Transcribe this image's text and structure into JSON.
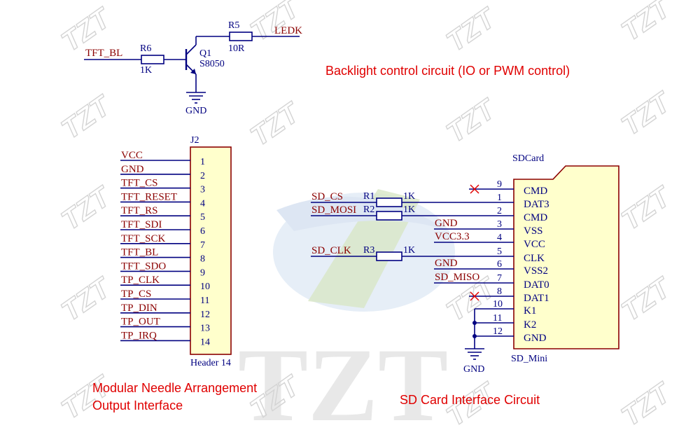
{
  "watermark": {
    "text": "TZT"
  },
  "colors": {
    "wire": "#000080",
    "net_label": "#8b0000",
    "body_fill": "#ffffcc",
    "body_stroke": "#8b0000",
    "annotation": "#e00000",
    "nc_mark": "#e00000"
  },
  "backlight": {
    "note": "Backlight control circuit (IO or PWM control)",
    "input_net": "TFT_BL",
    "output_net": "LEDK",
    "r6_ref": "R6",
    "r6_value": "1K",
    "r5_ref": "R5",
    "r5_value": "10R",
    "q1_ref": "Q1",
    "q1_value": "S8050",
    "gnd_label": "GND"
  },
  "header": {
    "ref": "J2",
    "name": "Header 14",
    "note_line1": "Modular Needle Arrangement",
    "note_line2": "Output Interface",
    "pins": [
      {
        "num": "1",
        "net": "VCC"
      },
      {
        "num": "2",
        "net": "GND"
      },
      {
        "num": "3",
        "net": "TFT_CS"
      },
      {
        "num": "4",
        "net": "TFT_RESET"
      },
      {
        "num": "5",
        "net": "TFT_RS"
      },
      {
        "num": "6",
        "net": "TFT_SDI"
      },
      {
        "num": "7",
        "net": "TFT_SCK"
      },
      {
        "num": "8",
        "net": "TFT_BL"
      },
      {
        "num": "9",
        "net": "TFT_SDO"
      },
      {
        "num": "10",
        "net": "TP_CLK"
      },
      {
        "num": "11",
        "net": "TP_CS"
      },
      {
        "num": "12",
        "net": "TP_DIN"
      },
      {
        "num": "13",
        "net": "TP_OUT"
      },
      {
        "num": "14",
        "net": "TP_IRQ"
      }
    ]
  },
  "sdcard": {
    "ref": "SDCard",
    "name": "SD_Mini",
    "note": "SD Card Interface Circuit",
    "gnd_label": "GND",
    "pins": [
      {
        "num": "9",
        "name": "CMD",
        "net": ""
      },
      {
        "num": "1",
        "name": "DAT3",
        "net": "SD_CS"
      },
      {
        "num": "2",
        "name": "CMD",
        "net": "SD_MOSI"
      },
      {
        "num": "3",
        "name": "VSS",
        "net": "GND"
      },
      {
        "num": "4",
        "name": "VCC",
        "net": "VCC3.3"
      },
      {
        "num": "5",
        "name": "CLK",
        "net": "SD_CLK"
      },
      {
        "num": "6",
        "name": "VSS2",
        "net": "GND"
      },
      {
        "num": "7",
        "name": "DAT0",
        "net": "SD_MISO"
      },
      {
        "num": "8",
        "name": "DAT1",
        "net": ""
      },
      {
        "num": "10",
        "name": "K1",
        "net": ""
      },
      {
        "num": "11",
        "name": "K2",
        "net": ""
      },
      {
        "num": "12",
        "name": "GND",
        "net": ""
      }
    ],
    "resistors": [
      {
        "ref": "R1",
        "value": "1K"
      },
      {
        "ref": "R2",
        "value": "1K"
      },
      {
        "ref": "R3",
        "value": "1K"
      }
    ]
  }
}
